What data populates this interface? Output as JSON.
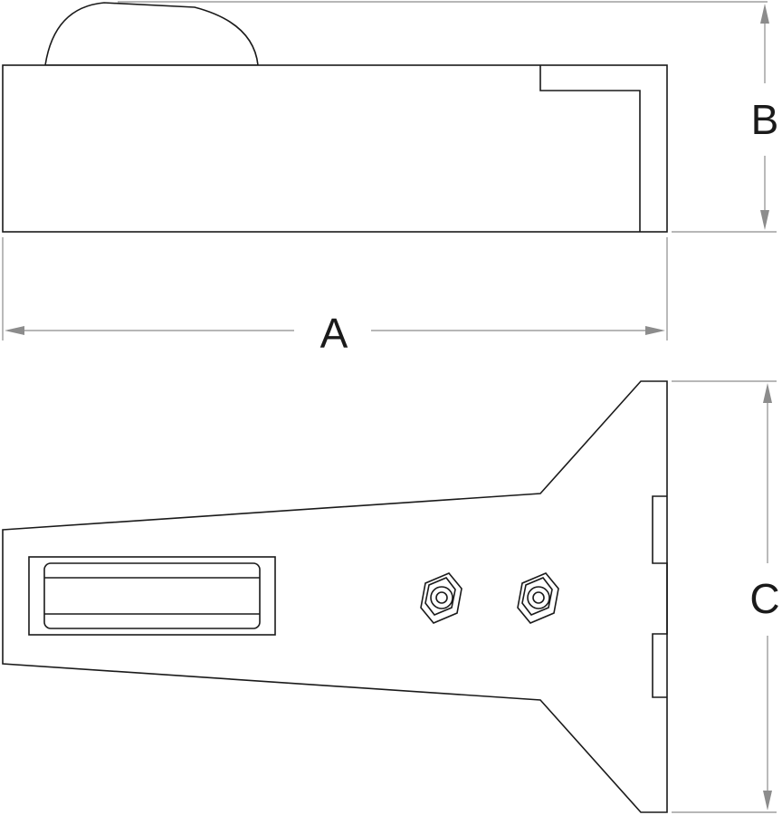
{
  "diagram": {
    "dimensions": {
      "length_label": "A",
      "height_label": "B",
      "width_label": "C"
    },
    "colors": {
      "outline": "#1a1a1a",
      "dimension_line": "#8c8c8c",
      "background": "#ffffff"
    }
  }
}
